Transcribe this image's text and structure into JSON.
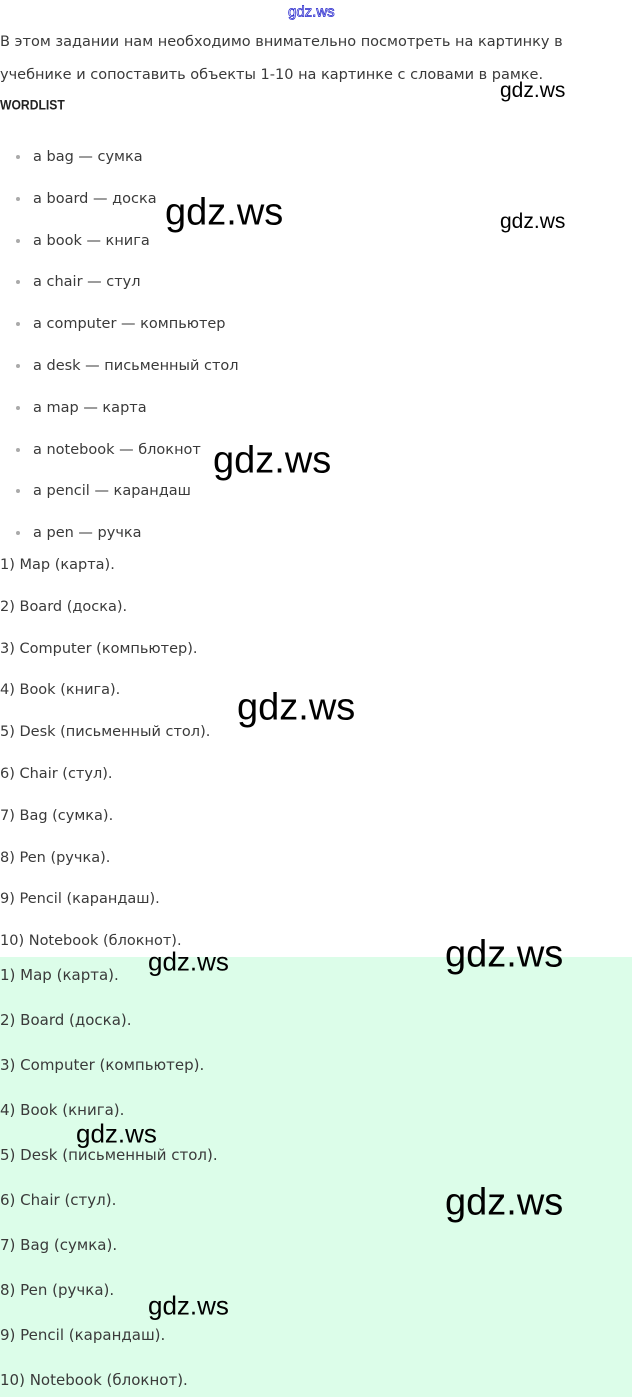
{
  "header": {
    "site": "gdz.ws"
  },
  "intro": [
    "В этом задании нам необходимо внимательно посмотреть на картинку в",
    "учебнике и сопоставить объекты 1-10 на картинке с словами в рамке."
  ],
  "wordlist_title": "WORDLIST",
  "wordlist": [
    "a bag — сумка",
    "a board — доска",
    "a book — книга",
    "a chair — стул",
    "a computer — компьютер",
    "a desk — письменный стол",
    "a map — карта",
    "a notebook — блокнот",
    "a pencil — карандаш",
    "a pen — ручка"
  ],
  "answers": [
    "1) Map (карта).",
    "2) Board (доска).",
    "3) Computer (компьютер).",
    "4) Book (книга).",
    "5) Desk (письменный стол).",
    "6) Chair (стул).",
    "7) Bag (сумка).",
    "8) Pen (ручка).",
    "9) Pencil (карандаш).",
    "10) Notebook (блокнот)."
  ],
  "watermark": "gdz.ws"
}
